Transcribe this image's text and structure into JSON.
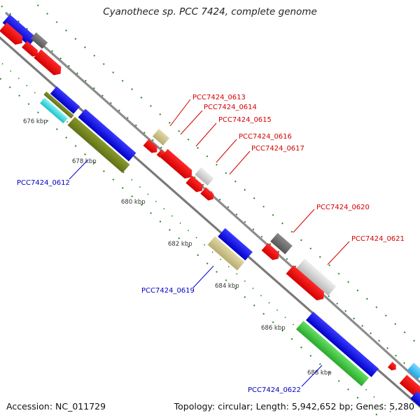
{
  "title": "Cyanothece sp. PCC 7424, complete genome",
  "footer": {
    "accession": "Accession: NC_011729",
    "summary": "Topology: circular; Length: 5,942,652 bp; Genes: 5,280"
  },
  "colors": {
    "backbone": "#8c8c8c",
    "ticks": "#1f8a1f",
    "red_label": "#d40000",
    "blue_label": "#0000c0"
  },
  "ticks": [
    {
      "label": "676 kbp"
    },
    {
      "label": "678 kbp"
    },
    {
      "label": "680 kbp"
    },
    {
      "label": "682 kbp"
    },
    {
      "label": "684 kbp"
    },
    {
      "label": "686 kbp"
    },
    {
      "label": "688 kbp"
    }
  ],
  "gene_labels": [
    {
      "label": "PCC7424_0613",
      "color": "red"
    },
    {
      "label": "PCC7424_0614",
      "color": "red"
    },
    {
      "label": "PCC7424_0615",
      "color": "red"
    },
    {
      "label": "PCC7424_0616",
      "color": "red"
    },
    {
      "label": "PCC7424_0617",
      "color": "red"
    },
    {
      "label": "PCC7424_0620",
      "color": "red"
    },
    {
      "label": "PCC7424_0621",
      "color": "red"
    },
    {
      "label": "PCC7424_0612",
      "color": "blue"
    },
    {
      "label": "PCC7424_0619",
      "color": "blue"
    },
    {
      "label": "PCC7424_0622",
      "color": "blue"
    }
  ]
}
